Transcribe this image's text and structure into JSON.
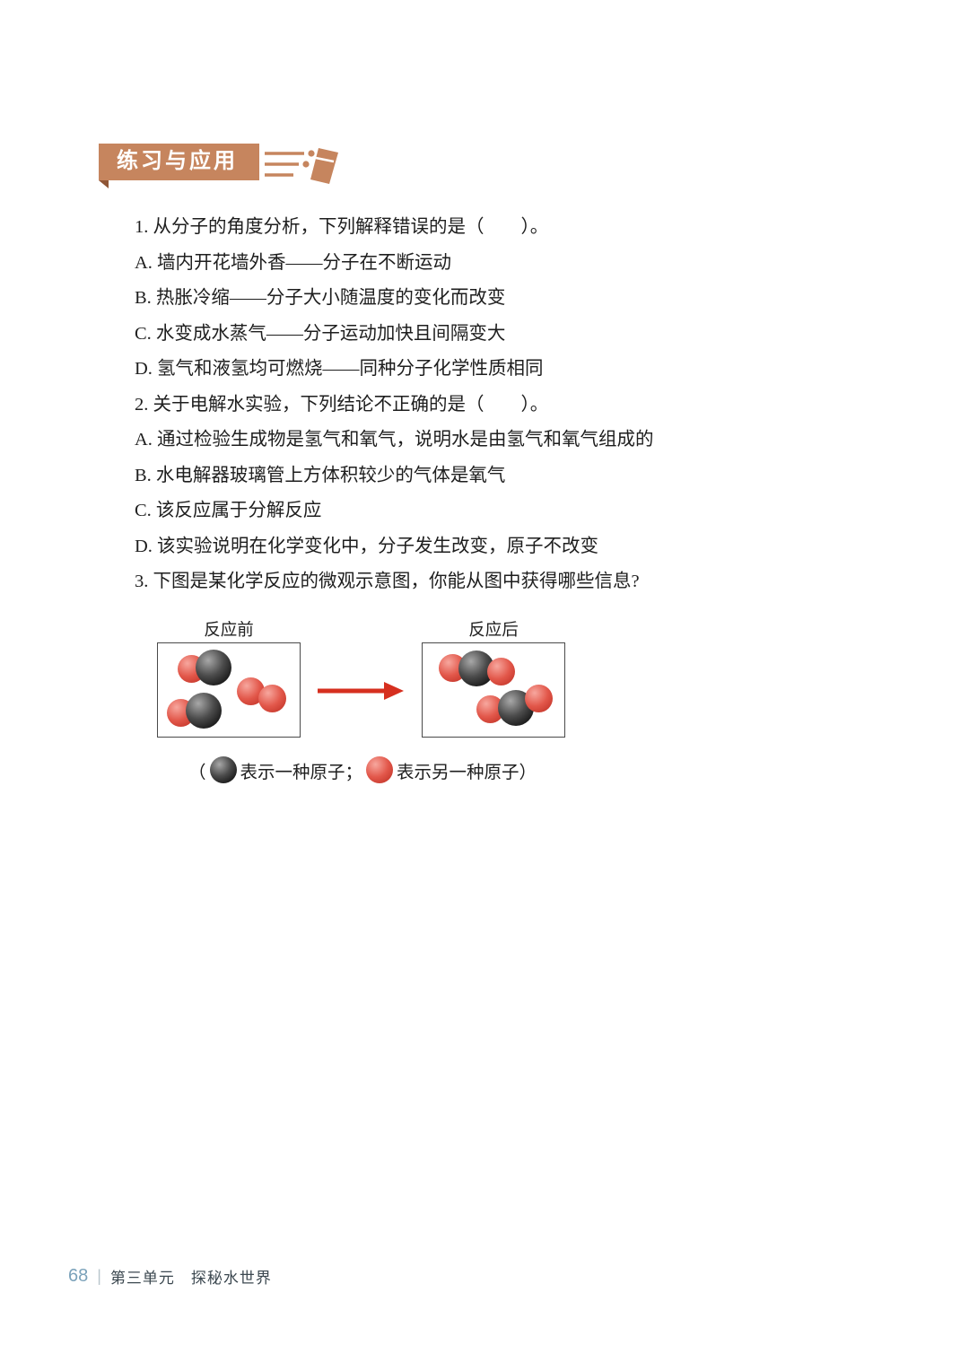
{
  "banner": {
    "title": "练习与应用"
  },
  "questions": [
    "1. 从分子的角度分析，下列解释错误的是（　　）。",
    "A. 墙内开花墙外香——分子在不断运动",
    "B. 热胀冷缩——分子大小随温度的变化而改变",
    "C. 水变成水蒸气——分子运动加快且间隔变大",
    "D. 氢气和液氢均可燃烧——同种分子化学性质相同",
    "2. 关于电解水实验，下列结论不正确的是（　　）。",
    "A. 通过检验生成物是氢气和氧气，说明水是由氢气和氧气组成的",
    "B. 水电解器玻璃管上方体积较少的气体是氧气",
    "C. 该反应属于分解反应",
    "D. 该实验说明在化学变化中，分子发生改变，原子不改变",
    "3. 下图是某化学反应的微观示意图，你能从图中获得哪些信息?"
  ],
  "diagram": {
    "before_label": "反应前",
    "after_label": "反应后",
    "legend": {
      "open_paren": "（",
      "black_atom_label": "表示一种原子；",
      "red_atom_label": "表示另一种原子）"
    },
    "colors": {
      "banner": "#c6855e",
      "black_atom": "#2e2e2e",
      "red_atom": "#e2574a",
      "arrow": "#d62f1f"
    }
  },
  "footer": {
    "page_number": "68",
    "divider": "|",
    "section": "第三单元　探秘水世界"
  }
}
